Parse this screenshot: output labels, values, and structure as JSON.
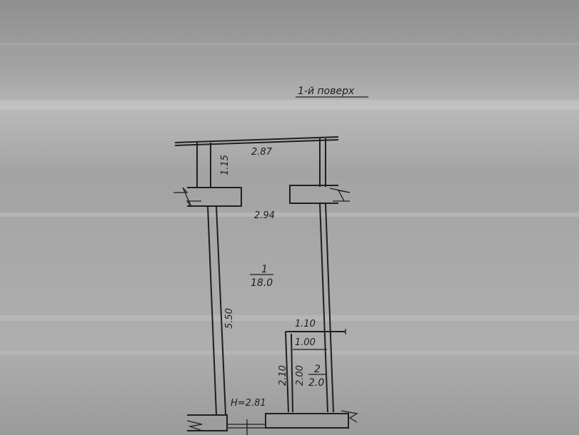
{
  "floor_title": "1-й поверх",
  "dimensions": {
    "top_width": "2.87",
    "entry_depth": "1.15",
    "room_width": "2.94",
    "room_length": "5.50",
    "closet_width_outer": "1.10",
    "closet_width_inner": "1.00",
    "closet_length_outer": "2.10",
    "closet_length_inner": "2.00",
    "ceiling_height": "H=2.81"
  },
  "rooms": [
    {
      "number": "1",
      "area": "18.0"
    },
    {
      "number": "2",
      "area": "2.0"
    }
  ]
}
